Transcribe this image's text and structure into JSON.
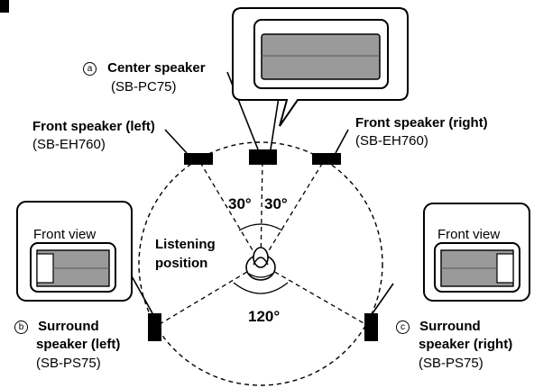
{
  "center_speaker": {
    "marker": "a",
    "title": "Center speaker",
    "model": "(SB-PC75)"
  },
  "front_left": {
    "title": "Front speaker (left)",
    "model": "(SB-EH760)"
  },
  "front_right": {
    "title": "Front speaker (right)",
    "model": "(SB-EH760)"
  },
  "surround_left": {
    "marker": "b",
    "title_line1": "Surround",
    "title_line2": "speaker (left)",
    "model": "(SB-PS75)"
  },
  "surround_right": {
    "marker": "c",
    "title_line1": "Surround",
    "title_line2": "speaker (right)",
    "model": "(SB-PS75)"
  },
  "listening": {
    "line1": "Listening",
    "line2": "position"
  },
  "angles": {
    "left": "30°",
    "right": "30°",
    "rear": "120°"
  },
  "front_view_label": "Front view"
}
